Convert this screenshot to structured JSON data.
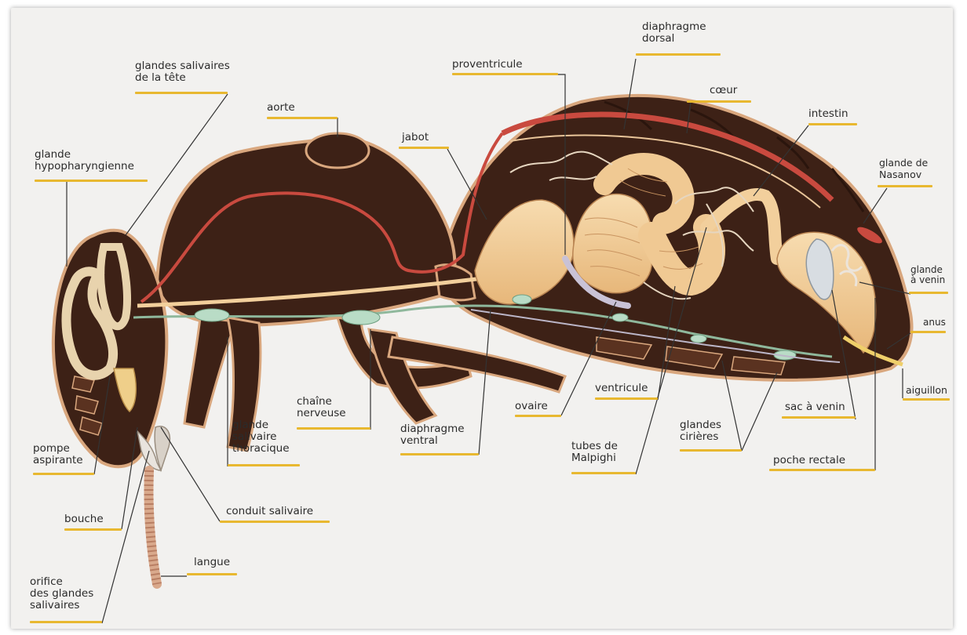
{
  "colors": {
    "background": "#f2f1ef",
    "body": "#3d2116",
    "body_outline": "#d9a77e",
    "aorta_heart": "#c94a3f",
    "digestive": "#f2cf9c",
    "nerve_cord": "#8fb89c",
    "underline": "#e8b830"
  },
  "labels": {
    "glandes_salivaires_tete": [
      "glandes salivaires",
      "de la tête"
    ],
    "aorte": [
      "aorte"
    ],
    "proventricule": [
      "proventricule"
    ],
    "diaphragme_dorsal": [
      "diaphragme",
      "dorsal"
    ],
    "coeur": [
      "cœur"
    ],
    "intestin": [
      "intestin"
    ],
    "glande_nasanov": [
      "glande de",
      "Nasanov"
    ],
    "glande_hypopharyngienne": [
      "glande",
      "hypopharyngienne"
    ],
    "jabot": [
      "jabot"
    ],
    "glande_venin": [
      "glande",
      "à venin"
    ],
    "anus": [
      "anus"
    ],
    "aiguillon": [
      "aiguillon"
    ],
    "pompe_aspirante": [
      "pompe",
      "aspirante"
    ],
    "chaine_nerveuse": [
      "chaîne",
      "nerveuse"
    ],
    "glande_salivaire_thoracique": [
      "glande",
      "salivaire",
      "thoracique"
    ],
    "diaphragme_ventral": [
      "diaphragme",
      "ventral"
    ],
    "ovaire": [
      "ovaire"
    ],
    "ventricule": [
      "ventricule"
    ],
    "glandes_cirieres": [
      "glandes",
      "cirières"
    ],
    "sac_venin": [
      "sac à venin"
    ],
    "tubes_malpighi": [
      "tubes de",
      "Malpighi"
    ],
    "poche_rectale": [
      "poche rectale"
    ],
    "bouche": [
      "bouche"
    ],
    "conduit_salivaire": [
      "conduit salivaire"
    ],
    "langue": [
      "langue"
    ],
    "orifice_glandes_salivaires": [
      "orifice",
      "des glandes",
      "salivaires"
    ]
  }
}
